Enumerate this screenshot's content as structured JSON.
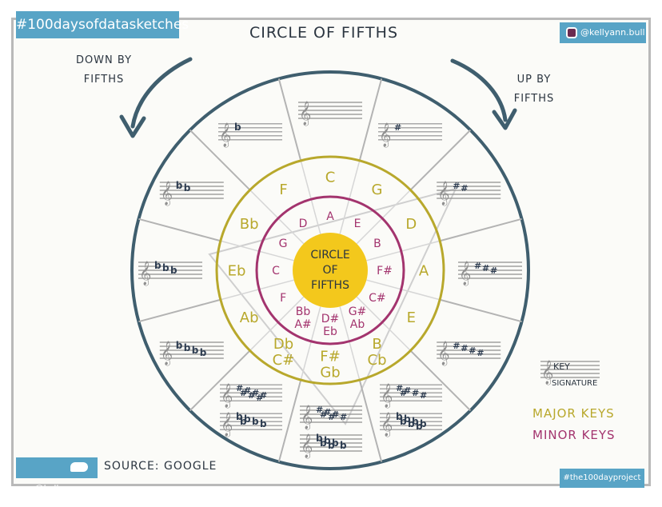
{
  "title": "CIRCLE OF FIFTHS",
  "tags": {
    "hashtag_top": "#100daysofdatasketches",
    "instagram": "@kellyann.bull",
    "twitter": "@kellypower",
    "hashtag_bottom": "#the100dayproject"
  },
  "annotations": {
    "down_line1": "DOWN BY",
    "down_line2": "FIFTHS",
    "up_line1": "UP BY",
    "up_line2": "FIFTHS",
    "source": "SOURCE: GOOGLE"
  },
  "center": {
    "line1": "CIRCLE",
    "line2": "OF",
    "line3": "FIFTHS"
  },
  "legend": {
    "key_line1": "KEY",
    "key_line2": "SIGNATURE",
    "major": "MAJOR KEYS",
    "minor": "MINOR KEYS"
  },
  "colors": {
    "major": "#b8a82c",
    "minor": "#a3346e",
    "center": "#f3c81c",
    "outer_ring": "#3f5e6e",
    "spoke": "#b3b3b3",
    "staff": "#8f8f8f",
    "accidental": "#2f3e52",
    "tag": "#58a4c6"
  },
  "major_keys": [
    [
      "C"
    ],
    [
      "G"
    ],
    [
      "D"
    ],
    [
      "A"
    ],
    [
      "E"
    ],
    [
      "B",
      "Cb"
    ],
    [
      "F#",
      "Gb"
    ],
    [
      "Db",
      "C#"
    ],
    [
      "Ab"
    ],
    [
      "Eb"
    ],
    [
      "Bb"
    ],
    [
      "F"
    ]
  ],
  "minor_keys": [
    [
      "A"
    ],
    [
      "E"
    ],
    [
      "B"
    ],
    [
      "F#"
    ],
    [
      "C#"
    ],
    [
      "G#",
      "Ab"
    ],
    [
      "D#",
      "Eb"
    ],
    [
      "Bb",
      "A#"
    ],
    [
      "F"
    ],
    [
      "C"
    ],
    [
      "G"
    ],
    [
      "D"
    ]
  ],
  "key_signatures": [
    {
      "sharps": 0,
      "flats": 0
    },
    {
      "sharps": 1,
      "flats": 0
    },
    {
      "sharps": 2,
      "flats": 0
    },
    {
      "sharps": 3,
      "flats": 0
    },
    {
      "sharps": 4,
      "flats": 0
    },
    {
      "sharps": 5,
      "flats": 7
    },
    {
      "sharps": 6,
      "flats": 6
    },
    {
      "sharps": 7,
      "flats": 5
    },
    {
      "sharps": 0,
      "flats": 4
    },
    {
      "sharps": 0,
      "flats": 3
    },
    {
      "sharps": 0,
      "flats": 2
    },
    {
      "sharps": 0,
      "flats": 1
    }
  ]
}
